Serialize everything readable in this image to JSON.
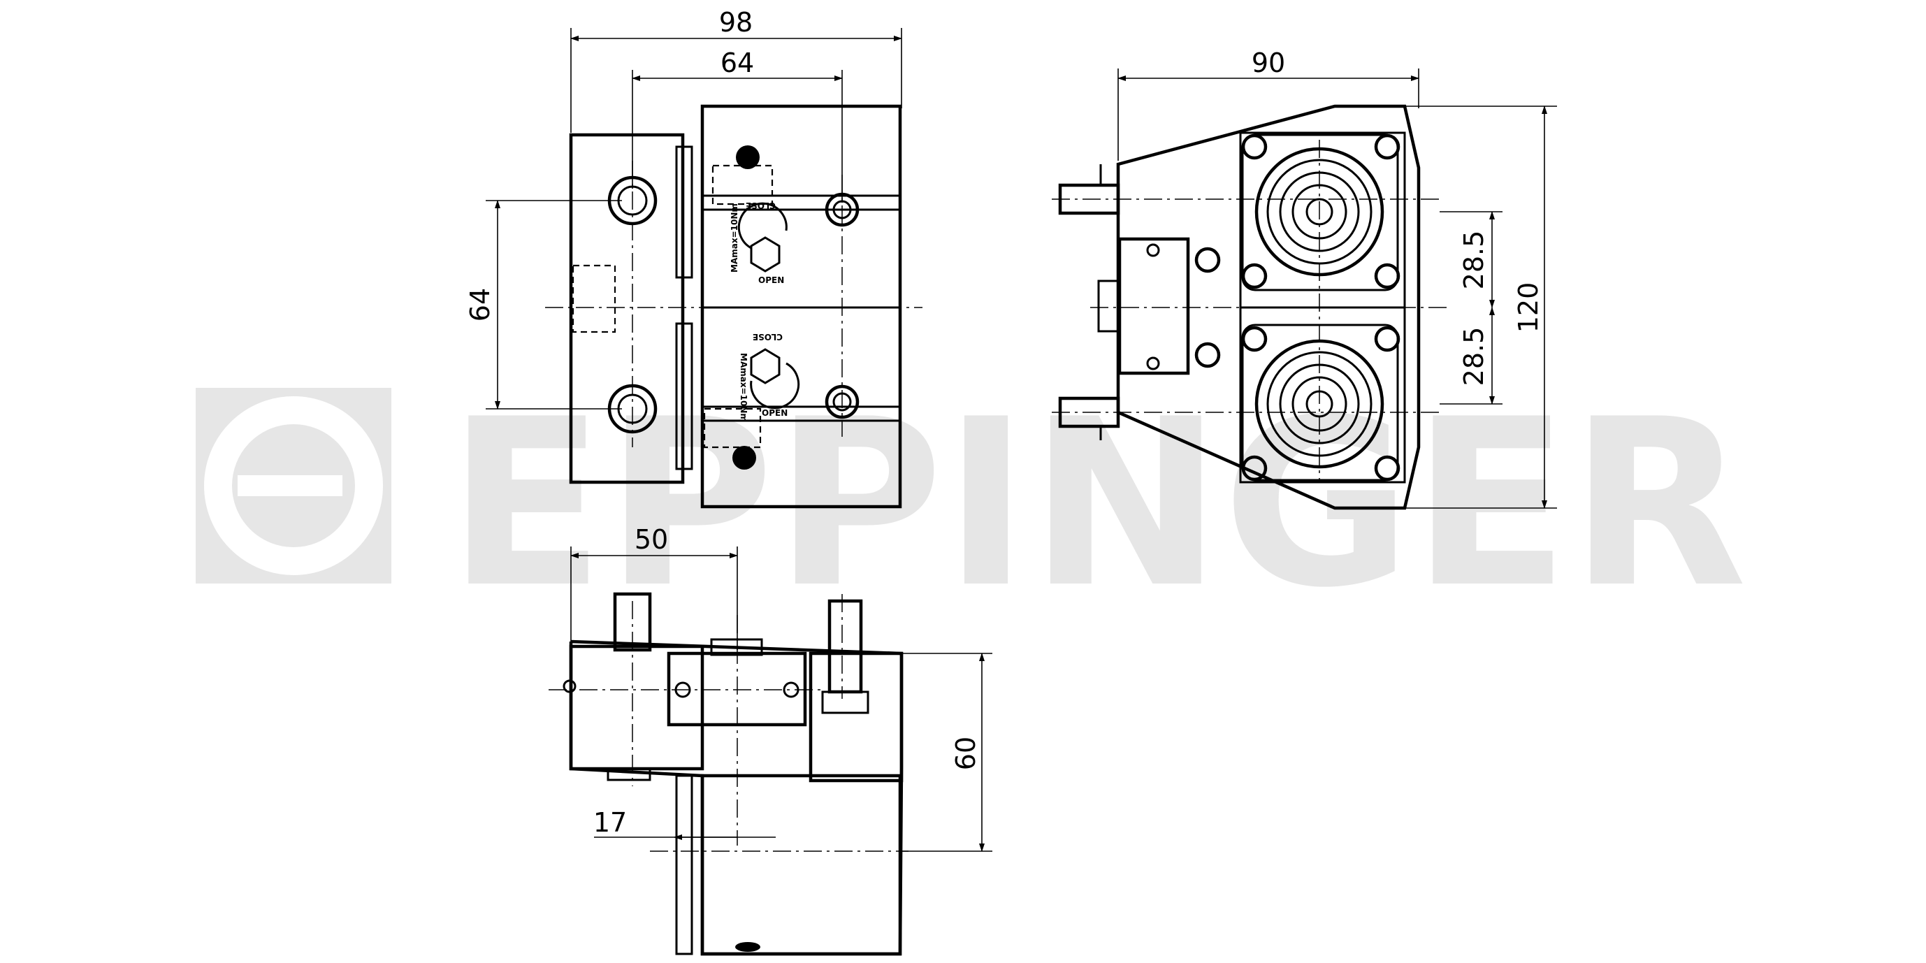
{
  "watermark": {
    "text": "EPPINGER",
    "color": "#e6e6e6"
  },
  "front_view": {
    "dim_width_total": "98",
    "dim_width_inner": "64",
    "dim_height": "64",
    "labels": {
      "close_top": "CLOSE",
      "open_top": "OPEN",
      "torque_top": "MAmax=10Nm",
      "close_bottom": "CLOSE",
      "open_bottom": "OPEN",
      "torque_bottom": "MAmax=10Nm"
    }
  },
  "side_view": {
    "dim_width": "90",
    "dim_height_total": "120",
    "dim_pitch_upper": "28.5",
    "dim_pitch_lower": "28.5"
  },
  "top_view": {
    "dim_width": "50",
    "dim_height": "60",
    "dim_offset": "17"
  }
}
